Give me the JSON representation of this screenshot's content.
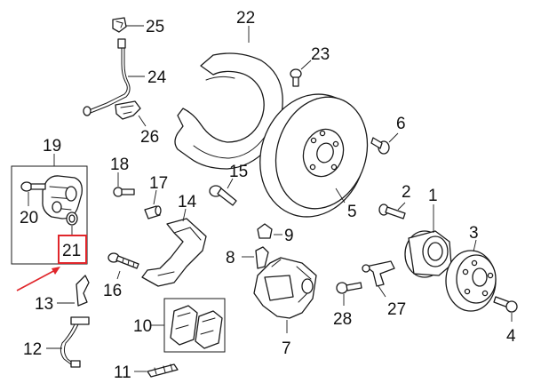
{
  "callouts": {
    "c1": "1",
    "c2": "2",
    "c3": "3",
    "c4": "4",
    "c5": "5",
    "c6": "6",
    "c7": "7",
    "c8": "8",
    "c9": "9",
    "c10": "10",
    "c11": "11",
    "c12": "12",
    "c13": "13",
    "c14": "14",
    "c15": "15",
    "c16": "16",
    "c17": "17",
    "c18": "18",
    "c19": "19",
    "c20": "20",
    "c21": "21",
    "c22": "22",
    "c23": "23",
    "c24": "24",
    "c25": "25",
    "c26": "26",
    "c27": "27",
    "c28": "28"
  },
  "colors": {
    "line": "#1a1a1a",
    "highlight": "#e0262b"
  },
  "highlighted_callout": "21"
}
